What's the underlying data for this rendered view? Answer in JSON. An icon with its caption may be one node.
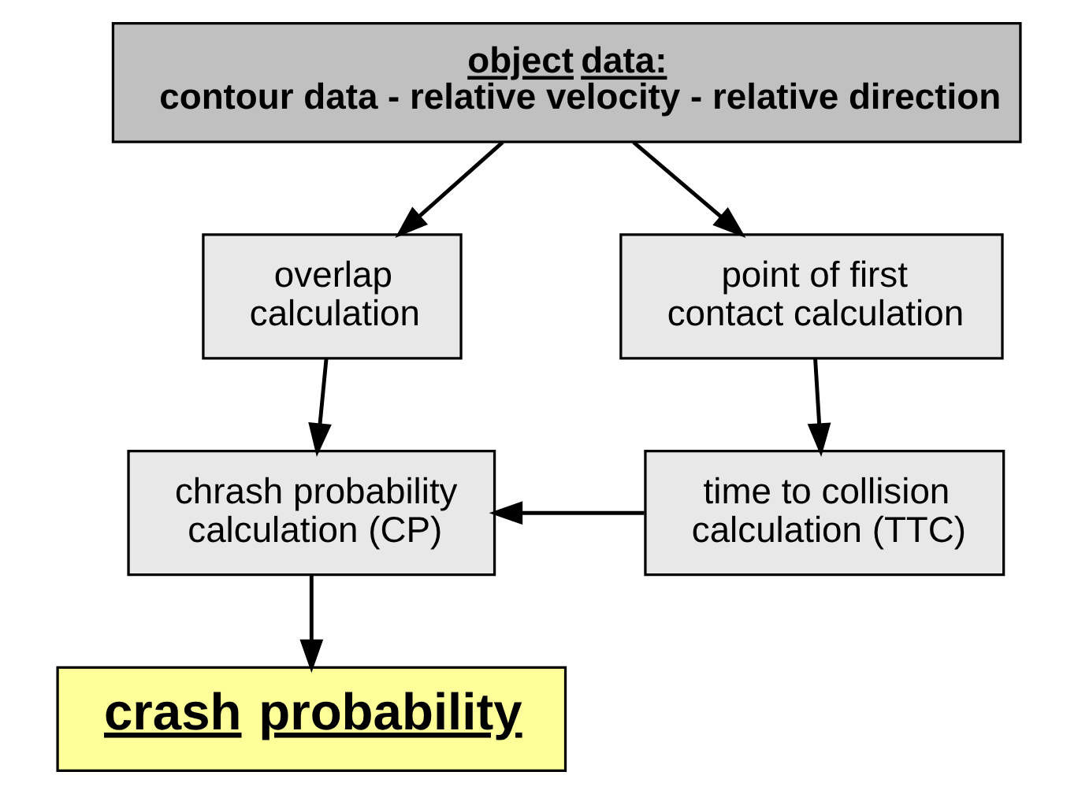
{
  "diagram": {
    "nodes": [
      {
        "text": [
          "object data:",
          "contour data - relative velocity - relative direction"
        ]
      },
      {
        "text": [
          "overlap calculation"
        ]
      },
      {
        "text": [
          "point of first contact calculation"
        ]
      },
      {
        "text": [
          "chrash probability calculation (CP)"
        ]
      },
      {
        "text": [
          "time to collision calculation (TTC)"
        ]
      },
      {
        "text": [
          "crash probability"
        ]
      }
    ],
    "edges": [
      {
        "from": 0,
        "to": 1,
        "arrow": "to"
      },
      {
        "from": 0,
        "to": 2,
        "arrow": "to"
      },
      {
        "from": 1,
        "to": 3,
        "arrow": "to"
      },
      {
        "from": 2,
        "to": 4,
        "arrow": "to"
      },
      {
        "from": 4,
        "to": 3,
        "arrow": "to"
      },
      {
        "from": 3,
        "to": 5,
        "arrow": "to"
      }
    ]
  }
}
